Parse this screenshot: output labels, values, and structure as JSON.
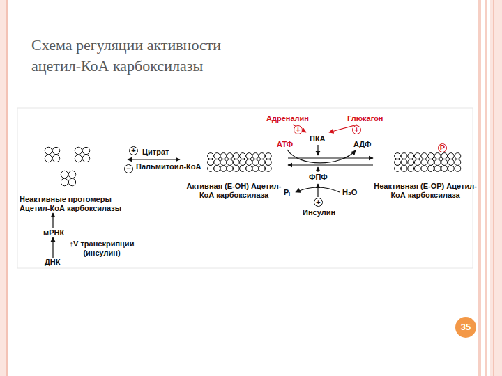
{
  "diagram": {
    "title": "Схема регуляции активности ацетил-КоА карбоксилазы",
    "nodes": [
      {
        "text": [
          "Неактивные протомеры Ацетил-КоА карбоксилазы"
        ]
      },
      {
        "text": [
          "Активная (Е-ОН) Ацетил-КоА карбоксилаза"
        ]
      },
      {
        "text": [
          "Неактивная (Е-ОР) Ацетил-КоА карбоксилаза"
        ]
      },
      {
        "text": [
          "мРНК"
        ]
      },
      {
        "text": [
          "ДНК"
        ]
      }
    ],
    "edges": [
      {
        "from": 0,
        "to": 1,
        "arrow": "both",
        "label": "Цитрат"
      },
      {
        "from": 1,
        "to": 2,
        "arrow": "to"
      },
      {
        "from": 2,
        "to": 1,
        "arrow": "to"
      },
      {
        "from": 3,
        "to": 0,
        "arrow": "to"
      },
      {
        "from": 4,
        "to": 3,
        "arrow": "to",
        "label": "↑V транскрипции (инсулин)"
      }
    ],
    "labels": [
      "Адреналин",
      "+",
      "Глюкагон",
      "+",
      "АТФ",
      "ПКА",
      "АДФ",
      "ФПФ",
      "Pᵢ",
      "H₂O",
      "+",
      "Инсулин",
      "+",
      "−",
      "Пальмитоил-КоА",
      "P",
      "35"
    ]
  }
}
